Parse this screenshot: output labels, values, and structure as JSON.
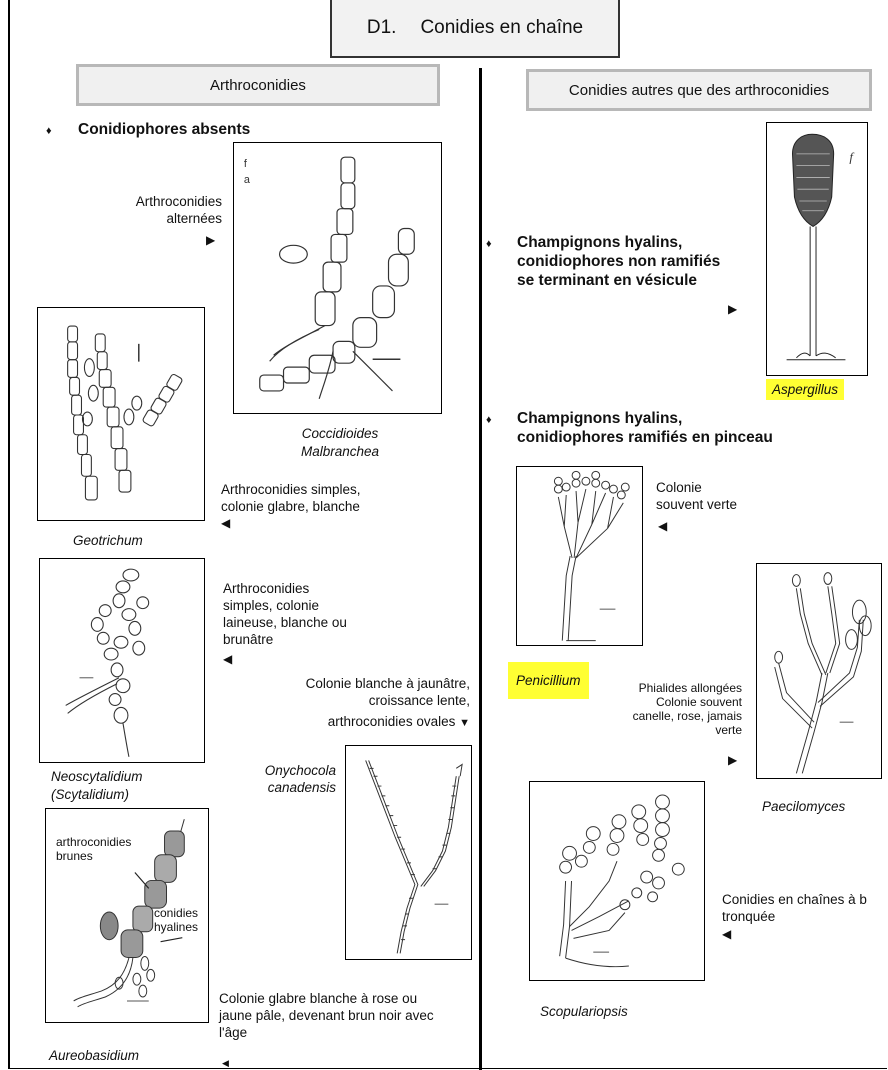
{
  "header": {
    "code": "D1.",
    "title": "Conidies en chaîne"
  },
  "left": {
    "section_label": "Arthroconidies",
    "bullet": "Conidiophores absents",
    "label_alternees": [
      "Arthroconidies",
      "alternées"
    ],
    "caption_coccidioides": "Coccidioides",
    "caption_malbranchea": "Malbranchea",
    "caption_geotrichum": "Geotrichum",
    "desc_geotrichum": [
      "Arthroconidies simples,",
      "colonie glabre, blanche"
    ],
    "desc_neoscytalidium": [
      "Arthroconidies",
      "simples, colonie",
      "laineuse, blanche ou",
      "brunâtre"
    ],
    "caption_neoscytalidium": "Neoscytalidium",
    "caption_scytalidium": "Scytalidium",
    "desc_onychocola": [
      "Colonie blanche à jaunâtre,",
      "croissance lente,",
      "arthroconidies ovales"
    ],
    "caption_onychocola": [
      "Onychocola",
      "canadensis"
    ],
    "label_brunes": [
      "arthroconidies",
      "brunes"
    ],
    "label_hyalines": [
      "conidies",
      "hyalines"
    ],
    "caption_aureobasidium": "Aureobasidium",
    "desc_aureobasidium": [
      "Colonie glabre blanche à rose ou",
      "jaune pâle, devenant brun noir avec",
      "l'âge"
    ]
  },
  "right": {
    "section_label": "Conidies autres que des arthroconidies",
    "bullet_aspergillus": [
      "Champignons hyalins,",
      "conidiophores non ramifiés",
      "se terminant en vésicule"
    ],
    "caption_aspergillus": "Aspergillus",
    "bullet_penicillium": [
      "Champignons hyalins,",
      "conidiophores ramifiés en pinceau"
    ],
    "desc_penicillium": [
      "Colonie",
      "souvent verte"
    ],
    "caption_penicillium": "Penicillium",
    "desc_paecilomyces": [
      "Phialides allongées",
      "Colonie souvent",
      "canelle, rose, jamais",
      "verte"
    ],
    "caption_paecilomyces": "Paecilomyces",
    "desc_scopulariopsis": [
      "Conidies  en chaînes à b",
      "tronquée"
    ],
    "caption_scopulariopsis": "Scopulariopsis"
  },
  "colors": {
    "highlight": "#ffff33",
    "section_fill": "#f0f0f0",
    "section_border": "#b8b8b8"
  }
}
